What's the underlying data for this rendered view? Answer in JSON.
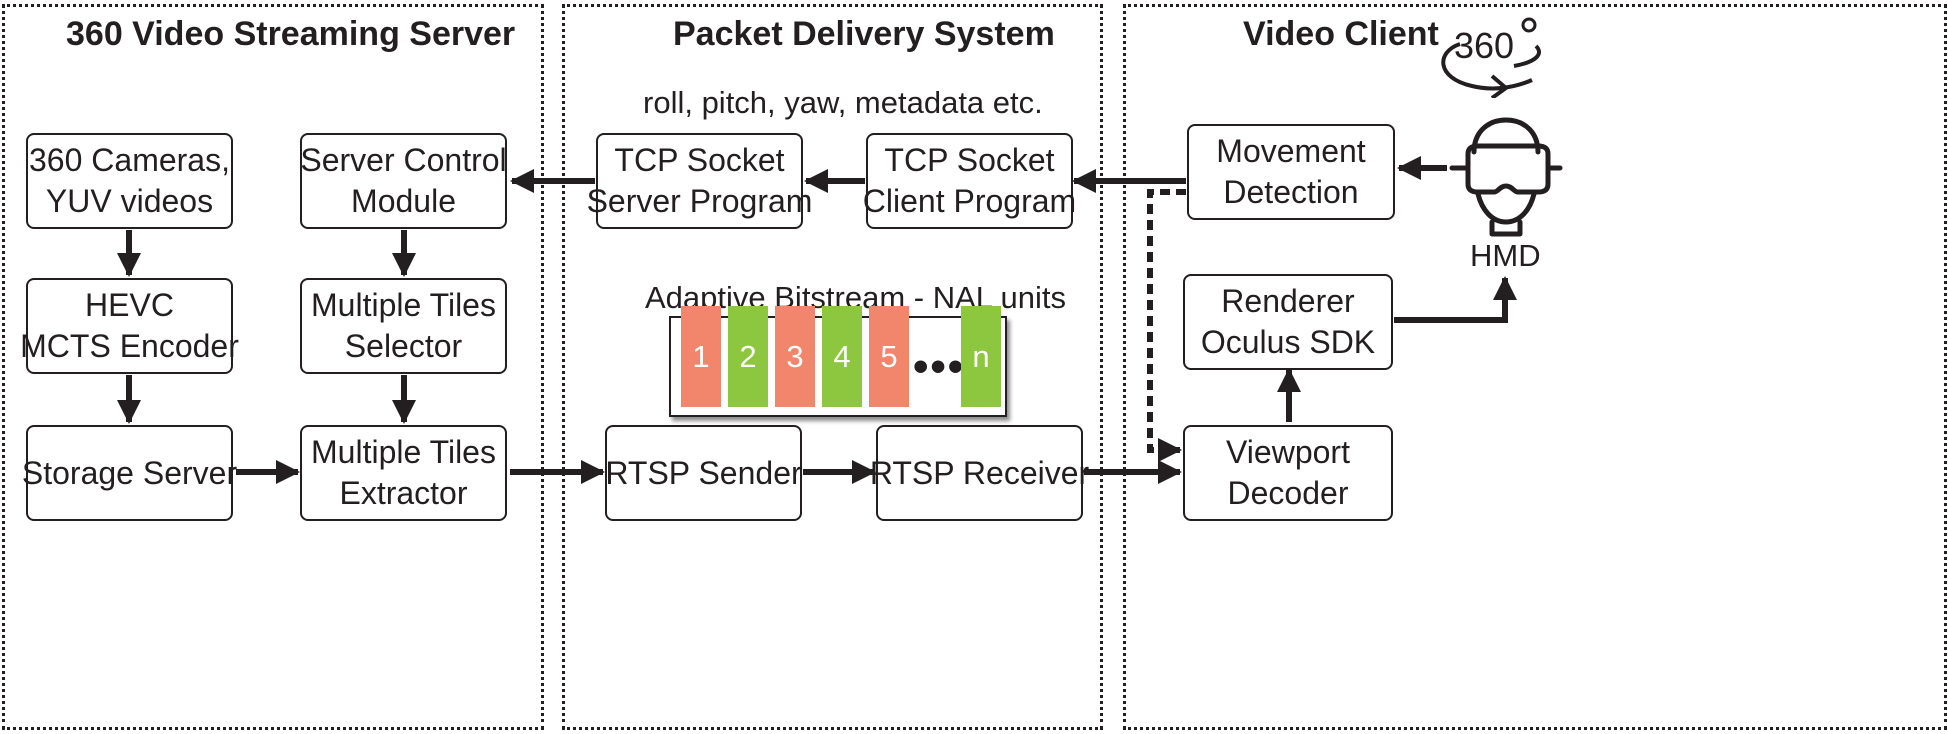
{
  "panels": {
    "server": {
      "title": "360 Video Streaming Server"
    },
    "delivery": {
      "title": "Packet Delivery System"
    },
    "client": {
      "title": "Video Client"
    }
  },
  "labels": {
    "metadata": "roll, pitch, yaw, metadata etc.",
    "bitstream": "Adaptive Bitstream - NAL units",
    "hmd": "HMD",
    "ellipsis": "•••",
    "icon_360": "360"
  },
  "boxes": {
    "cameras": [
      "360 Cameras,",
      "YUV videos"
    ],
    "control": [
      "Server Control",
      "Module"
    ],
    "encoder": [
      "HEVC",
      "MCTS Encoder"
    ],
    "selector": [
      "Multiple Tiles",
      "Selector"
    ],
    "storage": [
      "Storage Server"
    ],
    "extractor": [
      "Multiple Tiles",
      "Extractor"
    ],
    "tcp_server": [
      "TCP Socket",
      "Server Program"
    ],
    "tcp_client": [
      "TCP Socket",
      "Client Program"
    ],
    "rtsp_sender": [
      "RTSP Sender"
    ],
    "rtsp_receiver": [
      "RTSP Receiver"
    ],
    "movement": [
      "Movement",
      "Detection"
    ],
    "renderer": [
      "Renderer",
      "Oculus SDK"
    ],
    "decoder": [
      "Viewport",
      "Decoder"
    ]
  },
  "nal_units": [
    {
      "label": "1",
      "color": "#f2866d"
    },
    {
      "label": "2",
      "color": "#8dc63f"
    },
    {
      "label": "3",
      "color": "#f2866d"
    },
    {
      "label": "4",
      "color": "#8dc63f"
    },
    {
      "label": "5",
      "color": "#f2866d"
    },
    {
      "label": "n",
      "color": "#8dc63f"
    }
  ],
  "colors": {
    "ink": "#231f20",
    "nal_odd": "#f2866d",
    "nal_even": "#8dc63f"
  },
  "icons": [
    "360-rotation-icon",
    "vr-headset-user-icon"
  ]
}
